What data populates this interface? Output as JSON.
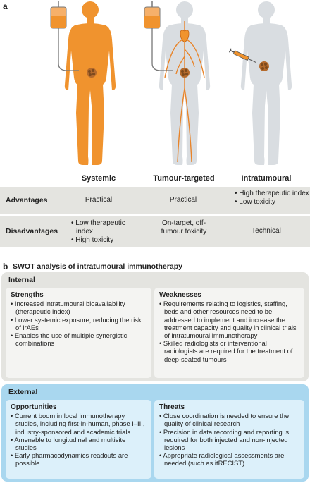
{
  "panel_a": "a",
  "panel_b": "b",
  "columns": {
    "systemic": "Systemic",
    "tumour_targeted": "Tumour-targeted",
    "intratumoural": "Intratumoural"
  },
  "rows": {
    "advantages": {
      "label": "Advantages",
      "systemic": "Practical",
      "tumour_targeted": "Practical",
      "intratumoural": [
        "High therapeutic index",
        "Low toxicity"
      ]
    },
    "disadvantages": {
      "label": "Disadvantages",
      "systemic": [
        "Low therapeutic index",
        "High toxicity"
      ],
      "tumour_targeted": "On-target, off-tumour toxicity",
      "intratumoural": "Technical"
    }
  },
  "swot": {
    "title": "SWOT analysis of intratumoural immunotherapy",
    "internal": {
      "label": "Internal",
      "strengths": {
        "title": "Strengths",
        "items": [
          "Increased intratumoural bioavailability (therapeutic index)",
          "Lower systemic exposure, reducing the risk of irAEs",
          "Enables the use of multiple synergistic combinations"
        ]
      },
      "weaknesses": {
        "title": "Weaknesses",
        "items": [
          "Requirements relating to logistics, staffing, beds and other resources need to be addressed to implement and increase the treatment capacity and quality in clinical trials of intratumoural immunotherapy",
          "Skilled radiologists or interventional radiologists are required for the treatment of deep-seated tumours"
        ]
      }
    },
    "external": {
      "label": "External",
      "opportunities": {
        "title": "Opportunities",
        "items": [
          "Current boom in local immunotherapy studies, including first-in-human, phase I–III, industry-sponsored and academic trials",
          "Amenable to longitudinal and multisite studies",
          "Early pharmacodynamics readouts are possible"
        ]
      },
      "threats": {
        "title": "Threats",
        "items": [
          "Close coordination is needed to ensure the quality of clinical research",
          "Precision in data recording and reporting is required for both injected and non-injected lesions",
          "Appropriate radiological assessments are needed (such as itRECIST)"
        ]
      }
    }
  },
  "colors": {
    "orange": "#f0932e",
    "vessel": "#e8842a",
    "grey_figure": "#d9dde1",
    "table_bg": "#e4e4e0",
    "external_bg": "#a9d7ef",
    "external_inner": "#dcf0fa"
  }
}
